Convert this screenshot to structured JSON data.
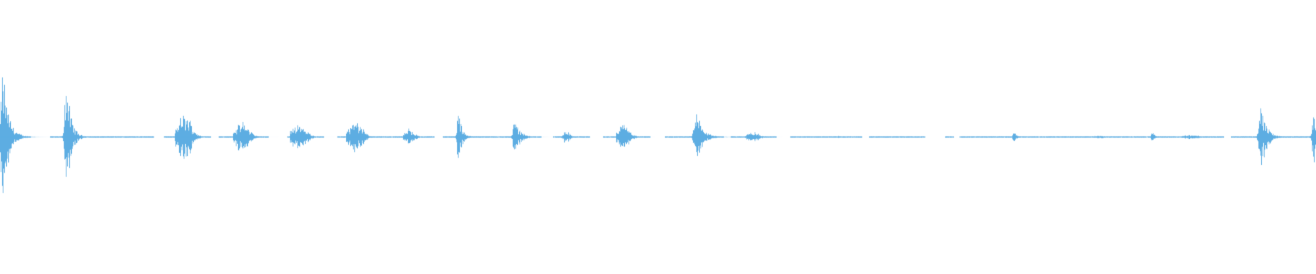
{
  "waveform": {
    "color": "#5dade2",
    "background": "#ffffff",
    "bursts": [
      {
        "t": 0.002,
        "amp": 0.58,
        "width": 0.012,
        "kind": "spike"
      },
      {
        "t": 0.05,
        "amp": 0.52,
        "width": 0.01,
        "kind": "spike"
      },
      {
        "t": 0.14,
        "amp": 0.19,
        "width": 0.012,
        "kind": "cluster"
      },
      {
        "t": 0.184,
        "amp": 0.12,
        "width": 0.012,
        "kind": "cluster"
      },
      {
        "t": 0.227,
        "amp": 0.12,
        "width": 0.012,
        "kind": "cluster"
      },
      {
        "t": 0.27,
        "amp": 0.12,
        "width": 0.012,
        "kind": "cluster"
      },
      {
        "t": 0.311,
        "amp": 0.07,
        "width": 0.008,
        "kind": "cluster"
      },
      {
        "t": 0.348,
        "amp": 0.22,
        "width": 0.008,
        "kind": "spike"
      },
      {
        "t": 0.391,
        "amp": 0.19,
        "width": 0.01,
        "kind": "spike"
      },
      {
        "t": 0.43,
        "amp": 0.05,
        "width": 0.006,
        "kind": "cluster"
      },
      {
        "t": 0.474,
        "amp": 0.1,
        "width": 0.01,
        "kind": "cluster"
      },
      {
        "t": 0.529,
        "amp": 0.2,
        "width": 0.014,
        "kind": "spike"
      },
      {
        "t": 0.572,
        "amp": 0.04,
        "width": 0.01,
        "kind": "cluster"
      },
      {
        "t": 0.637,
        "amp": 0.01,
        "width": 0.004,
        "kind": "spike"
      },
      {
        "t": 0.77,
        "amp": 0.06,
        "width": 0.006,
        "kind": "spike"
      },
      {
        "t": 0.835,
        "amp": 0.01,
        "width": 0.012,
        "kind": "cluster"
      },
      {
        "t": 0.875,
        "amp": 0.06,
        "width": 0.006,
        "kind": "spike"
      },
      {
        "t": 0.905,
        "amp": 0.02,
        "width": 0.012,
        "kind": "cluster"
      },
      {
        "t": 0.958,
        "amp": 0.3,
        "width": 0.012,
        "kind": "spike"
      },
      {
        "t": 0.998,
        "amp": 0.24,
        "width": 0.01,
        "kind": "spike"
      }
    ],
    "gaps": [
      [
        0.023,
        0.038
      ],
      [
        0.117,
        0.124
      ],
      [
        0.16,
        0.166
      ],
      [
        0.204,
        0.218
      ],
      [
        0.246,
        0.256
      ],
      [
        0.33,
        0.336
      ],
      [
        0.411,
        0.42
      ],
      [
        0.448,
        0.458
      ],
      [
        0.494,
        0.505
      ],
      [
        0.55,
        0.555
      ],
      [
        0.59,
        0.6
      ],
      [
        0.655,
        0.66
      ],
      [
        0.703,
        0.718
      ],
      [
        0.725,
        0.729
      ],
      [
        0.93,
        0.935
      ]
    ]
  }
}
